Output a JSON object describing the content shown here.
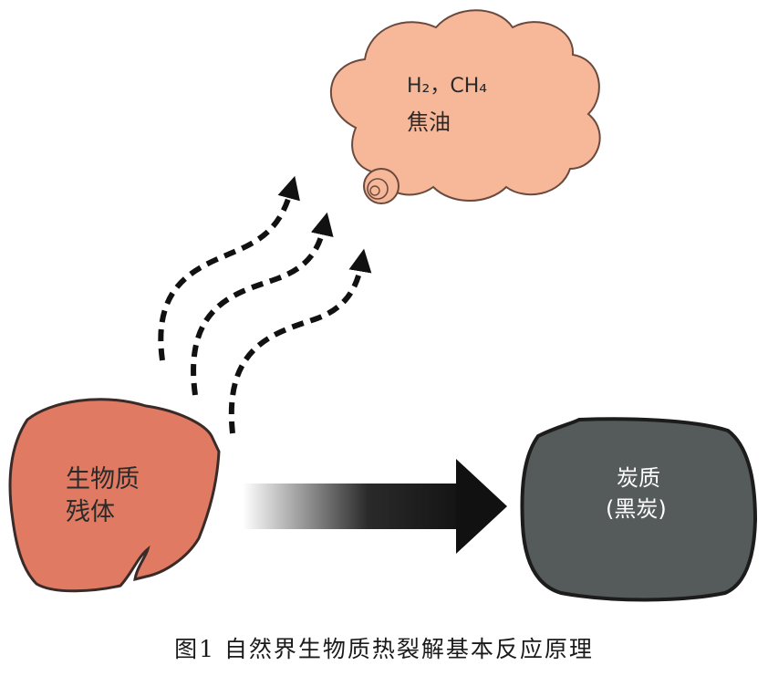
{
  "cloud": {
    "gases_text": "H₂，CH₄",
    "tar_label": "焦油",
    "fill_color": "#f7b89a"
  },
  "biomass": {
    "line1": "生物质",
    "line2": "残体",
    "fill_color": "#e07a62"
  },
  "char": {
    "line1": "炭质",
    "line2": "(黑炭)",
    "fill_color": "#555b5a"
  },
  "caption": "图1   自然界生物质热裂解基本反应原理"
}
